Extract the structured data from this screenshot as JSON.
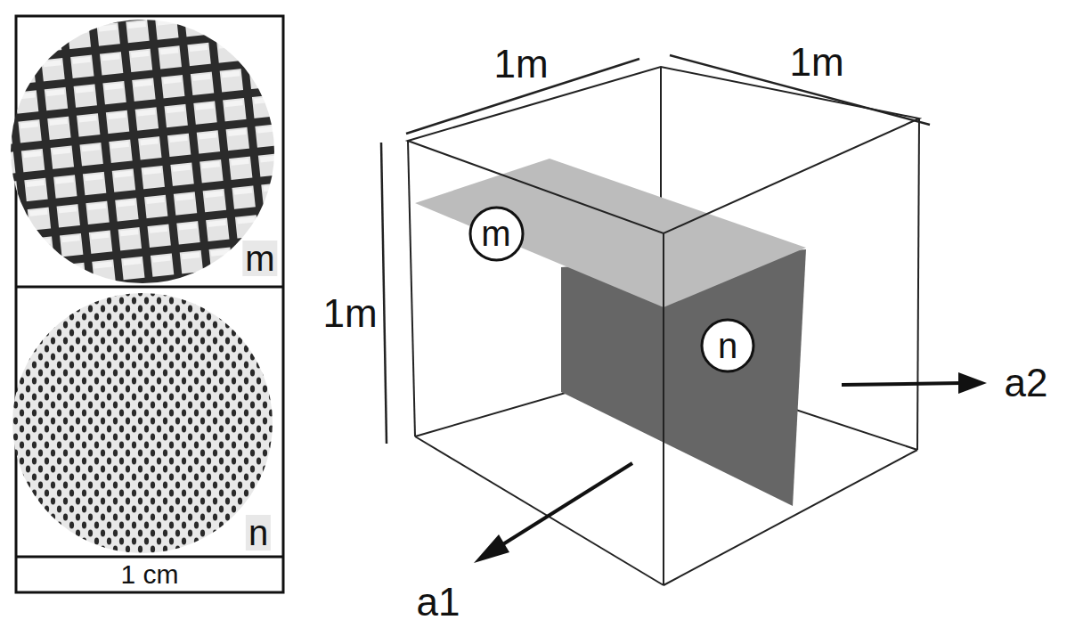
{
  "diagram": {
    "nodes": [
      {
        "text": [
          "m"
        ]
      },
      {
        "text": [
          "n"
        ]
      }
    ],
    "labels": [
      "m",
      "n",
      "1 cm",
      "1m",
      "1m",
      "1m",
      "a1",
      "a2"
    ]
  }
}
